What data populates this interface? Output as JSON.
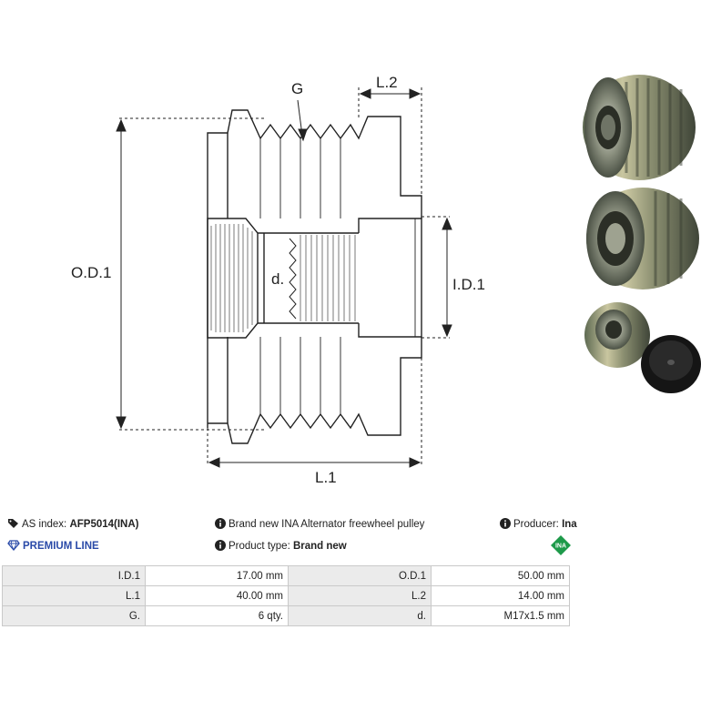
{
  "drawing": {
    "labels": {
      "g": "G",
      "l2": "L.2",
      "od1": "O.D.1",
      "d": "d.",
      "id1": "I.D.1",
      "l1": "L.1"
    }
  },
  "info": {
    "as_index_label": "AS index:",
    "as_index_value": "AFP5014(INA)",
    "premium_line": "PREMIUM LINE",
    "description": "Brand new INA Alternator freewheel pulley",
    "product_type_label": "Product type:",
    "product_type_value": "Brand new",
    "producer_label": "Producer:",
    "producer_value": "Ina",
    "logo_text": "INA"
  },
  "specs": {
    "rows": [
      [
        {
          "label": "I.D.1",
          "value": "17.00 mm"
        },
        {
          "label": "O.D.1",
          "value": "50.00 mm"
        }
      ],
      [
        {
          "label": "L.1",
          "value": "40.00 mm"
        },
        {
          "label": "L.2",
          "value": "14.00 mm"
        }
      ],
      [
        {
          "label": "G.",
          "value": "6 qty."
        },
        {
          "label": "d.",
          "value": "M17x1.5 mm"
        }
      ]
    ]
  },
  "colors": {
    "premium": "#2a4aa8",
    "ina_logo": "#1e9a4a",
    "table_label_bg": "#ebebeb"
  },
  "icons": [
    "tag-icon",
    "info-icon",
    "diamond-icon",
    "ina-logo"
  ]
}
